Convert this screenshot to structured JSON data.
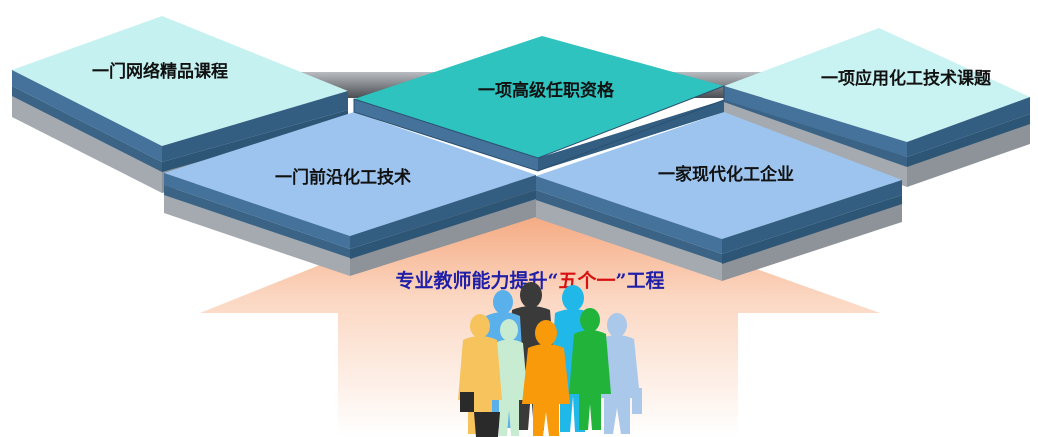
{
  "blocks": {
    "top_left": {
      "label": "一门网络精品课程"
    },
    "top_center": {
      "label": "一项高级任职资格"
    },
    "top_right": {
      "label": "一项应用化工技术课题"
    },
    "bottom_left": {
      "label": "一门前沿化工技术"
    },
    "bottom_right": {
      "label": "一家现代化工企业"
    }
  },
  "title": {
    "before": "专业教师能力提升",
    "open_quote": "“",
    "highlight": "五个一",
    "close_quote": "”",
    "after": "工程"
  },
  "colors": {
    "light_cyan": "#c9f2f2",
    "teal": "#2ec4c0",
    "light_blue": "#9cc4ee",
    "slab_side": "#3d6588",
    "slab_base": "#9aa0a6",
    "title_blue": "#1f1fa8",
    "title_red": "#d81010",
    "arrow_orange": "#f6a77b"
  }
}
